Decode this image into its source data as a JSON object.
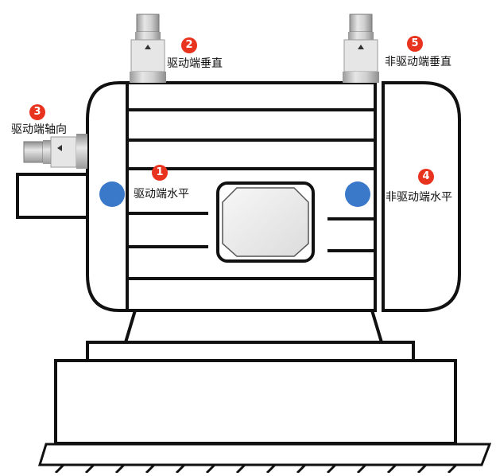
{
  "points": [
    {
      "id": "p1",
      "number": "1",
      "label": "驱动端水平"
    },
    {
      "id": "p2",
      "number": "2",
      "label": "驱动端垂直"
    },
    {
      "id": "p3",
      "number": "3",
      "label": "驱动端轴向"
    },
    {
      "id": "p4",
      "number": "4",
      "label": "非驱动端水平"
    },
    {
      "id": "p5",
      "number": "5",
      "label": "非驱动端垂直"
    }
  ],
  "colors": {
    "badge": "#e8331f",
    "dot": "#3a78c9",
    "outline": "#111111"
  },
  "icons": {
    "sensor": "accelerometer-sensor-icon",
    "dot": "measurement-point-dot-icon"
  }
}
